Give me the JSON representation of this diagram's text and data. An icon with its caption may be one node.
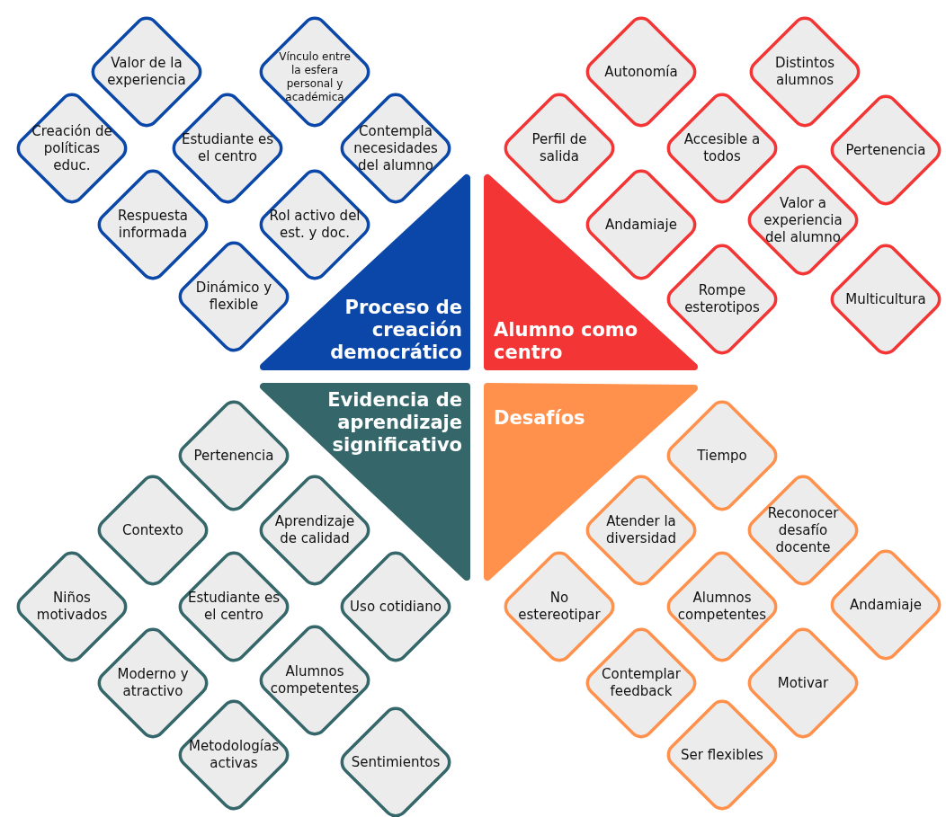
{
  "diagram": {
    "nodes": [
      {
        "text": [
          "Proceso de creación democrático"
        ]
      },
      {
        "text": [
          "Valor de la experiencia"
        ]
      },
      {
        "text": [
          "Vínculo entre la esfera personal y académica"
        ]
      },
      {
        "text": [
          "Creación de políticas educ."
        ]
      },
      {
        "text": [
          "Estudiante es el centro"
        ]
      },
      {
        "text": [
          "Contempla necesidades del alumno"
        ]
      },
      {
        "text": [
          "Respuesta informada"
        ]
      },
      {
        "text": [
          "Rol activo del est. y doc."
        ]
      },
      {
        "text": [
          "Dinámico y flexible"
        ]
      },
      {
        "text": [
          "Alumno como centro"
        ]
      },
      {
        "text": [
          "Autonomía"
        ]
      },
      {
        "text": [
          "Distintos alumnos"
        ]
      },
      {
        "text": [
          "Perfil de salida"
        ]
      },
      {
        "text": [
          "Accesible a todos"
        ]
      },
      {
        "text": [
          "Pertenencia"
        ]
      },
      {
        "text": [
          "Andamiaje"
        ]
      },
      {
        "text": [
          "Valor a experiencia del alumno"
        ]
      },
      {
        "text": [
          "Rompe esterotipos"
        ]
      },
      {
        "text": [
          "Multicultura"
        ]
      },
      {
        "text": [
          "Evidencia de aprendizaje significativo"
        ]
      },
      {
        "text": [
          "Pertenencia"
        ]
      },
      {
        "text": [
          "Contexto"
        ]
      },
      {
        "text": [
          "Aprendizaje de calidad"
        ]
      },
      {
        "text": [
          "Niños motivados"
        ]
      },
      {
        "text": [
          "Estudiante es el centro"
        ]
      },
      {
        "text": [
          "Uso cotidiano"
        ]
      },
      {
        "text": [
          "Moderno y atractivo"
        ]
      },
      {
        "text": [
          "Alumnos competentes"
        ]
      },
      {
        "text": [
          "Metodologías activas"
        ]
      },
      {
        "text": [
          "Sentimientos"
        ]
      },
      {
        "text": [
          "Desafíos"
        ]
      },
      {
        "text": [
          "Tiempo"
        ]
      },
      {
        "text": [
          "Atender la diversidad"
        ]
      },
      {
        "text": [
          "Reconocer desafío docente"
        ]
      },
      {
        "text": [
          "No estereotipar"
        ]
      },
      {
        "text": [
          "Alumnos competentes"
        ]
      },
      {
        "text": [
          "Andamiaje"
        ]
      },
      {
        "text": [
          "Contemplar feedback"
        ]
      },
      {
        "text": [
          "Motivar"
        ]
      },
      {
        "text": [
          "Ser flexibles"
        ]
      }
    ]
  }
}
